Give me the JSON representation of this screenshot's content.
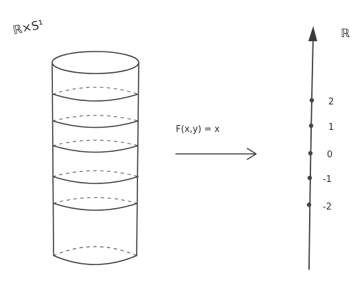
{
  "labels": {
    "domain": "ℝ×S¹",
    "codomain": "ℝ",
    "map": "F(x,y) = x"
  },
  "ticks": [
    "2",
    "1",
    "0",
    "-1",
    "-2"
  ],
  "colors": {
    "ink": "#3a3a3a",
    "paper": "#ffffff"
  }
}
